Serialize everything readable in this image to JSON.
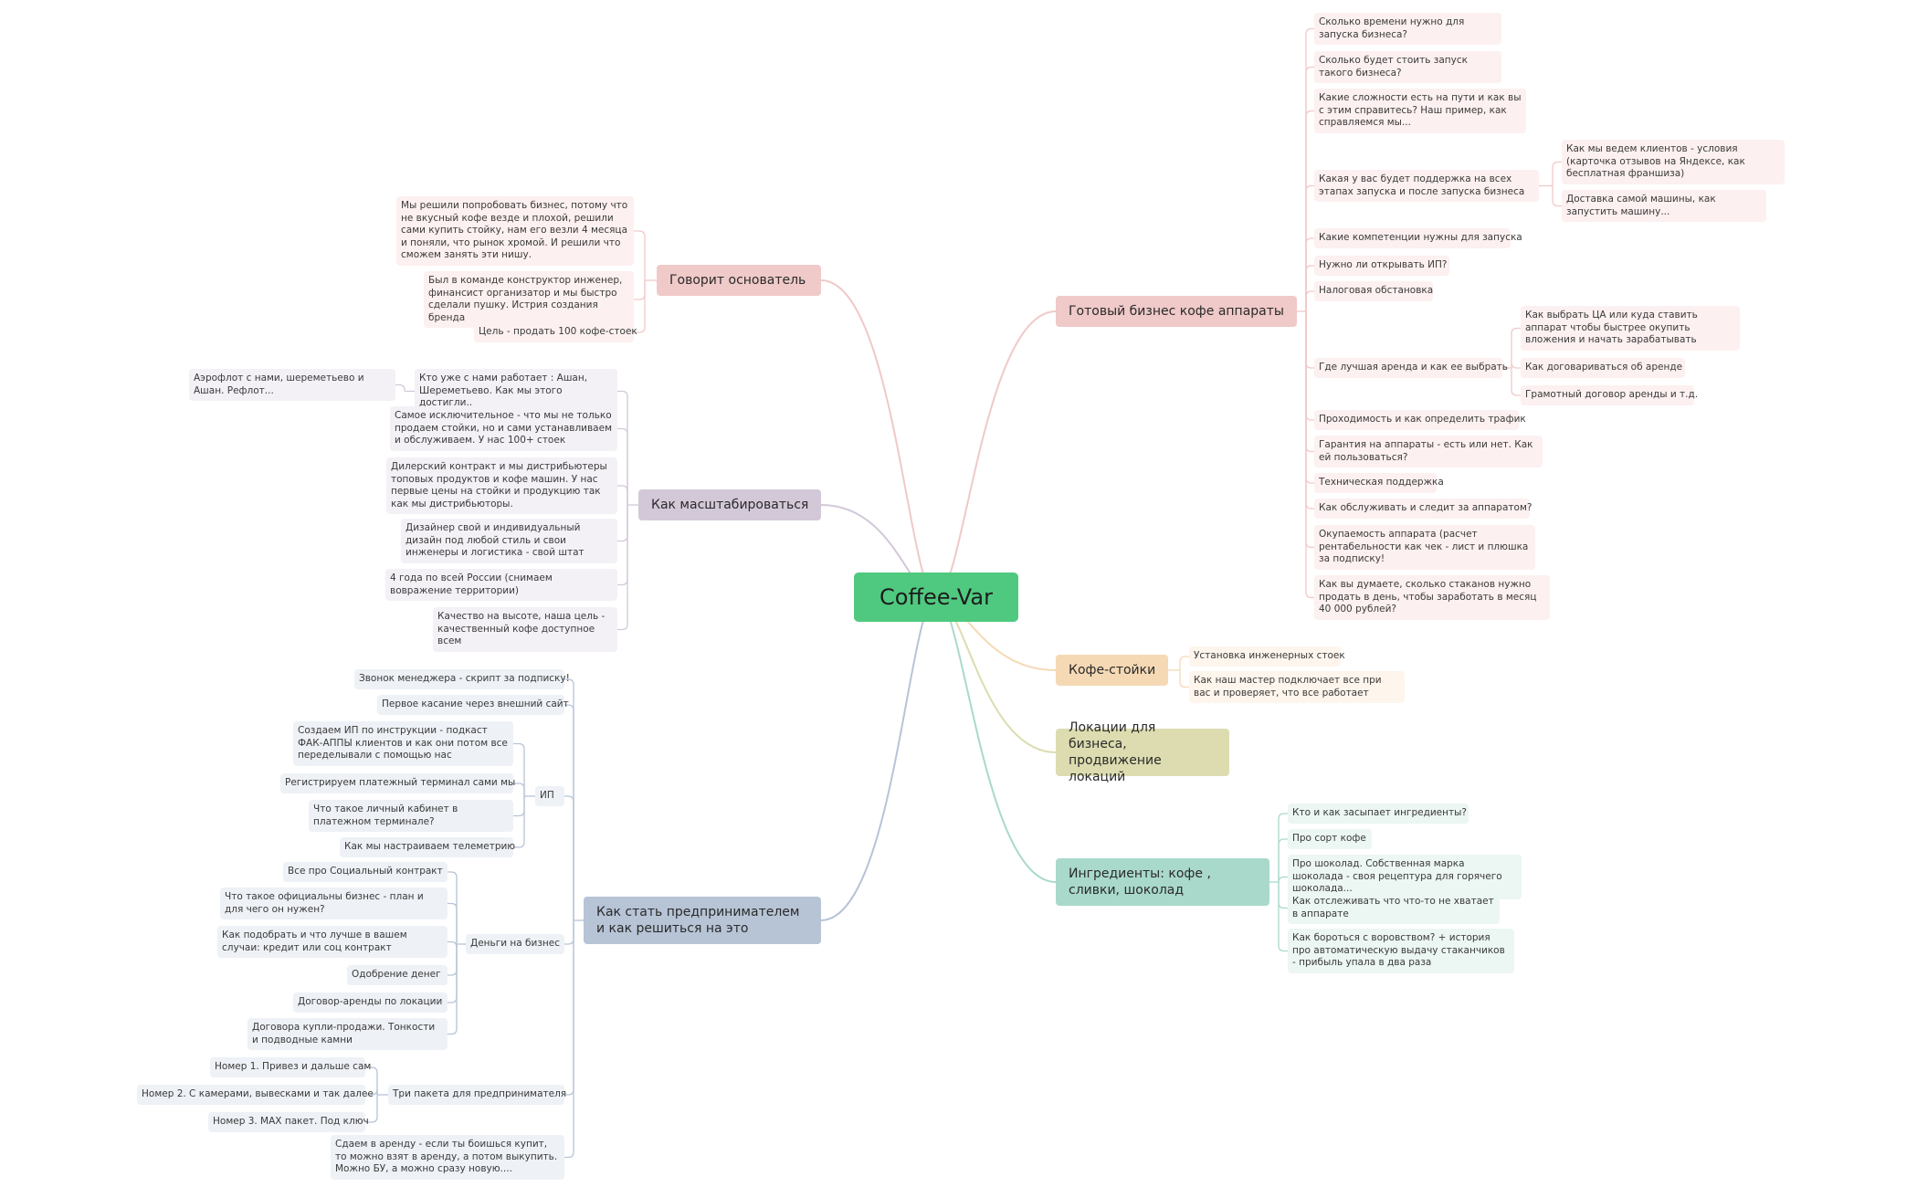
{
  "central": "Coffee-Var",
  "colors": {
    "central": "#4fc97f",
    "founder": "#f0c9c9",
    "scale": "#d3c8d8",
    "entrepreneur": "#b7c4d6",
    "business": "#f0c9c9",
    "stands": "#f5d9b5",
    "locations": "#dcdcb0",
    "ingredients": "#a9d9cb"
  },
  "branches": {
    "founder": {
      "title": "Говорит основатель",
      "items": [
        "Мы решили попробовать бизнес, потому что не вкусный кофе везде и плохой, решили сами купить стойку, нам его везли 4 месяца и поняли, что рынок хромой. И решили что сможем занять эти нишу.",
        "Был в команде конструктор инженер, финансист организатор и мы быстро сделали пушку. Истрия создания бренда",
        "Цель - продать 100 кофе-стоек"
      ]
    },
    "scale": {
      "title": "Как масштабироваться",
      "items": [
        "Кто уже с нами работает :  Ашан, Шереметьево. Как мы этого достигли..",
        "Самое исключительное - что мы не только продаем стойки, но и сами устанавливаем и обслуживаем. У нас 100+ стоек",
        "Дилерский контракт и мы дистрибьютеры топовых продуктов и кофе машин. У нас первые цены на стойки и продукцию так как мы дистрибьюторы.",
        "Дизайнер свой и индивидуальный дизайн под любой стиль и свои инженеры и логистика - свой штат",
        "4 года по всей России (снимаем вовражение территории)",
        "Качество на высоте, наша цель - качественный кофе доступное всем"
      ],
      "child": "Аэрофлот с нами, шереметьево и Ашан. Рефлот..."
    },
    "entrepreneur": {
      "title": "Как стать предпринимателем и как решиться на это",
      "top": [
        "Звонок менеджера - скрипт за подписку!",
        "Первое касание через внешний сайт"
      ],
      "ip": {
        "label": "ИП",
        "items": [
          "Создаем ИП по инструкции - подкаст ФАК-АППЫ клиентов и как они потом все переделывали с помощью нас",
          "Регистрируем платежный терминал сами мы",
          "Что такое личный кабинет в платежном терминале?",
          "Как мы настраиваем телеметрию"
        ]
      },
      "money": {
        "label": "Деньги на бизнес",
        "items": [
          "Все про Социальный контракт",
          "Что такое официальны бизнес - план и для чего он нужен?",
          "Как подобрать и что лучше в вашем случаи: кредит или соц контракт",
          "Одобрение денег",
          "Договор-аренды по локации",
          "Договора купли-продажи. Тонкости и подводные камни"
        ]
      },
      "packages": {
        "label": "Три пакета для предпринимателя",
        "items": [
          "Номер 1. Привез и дальше сам",
          "Номер 2. С камерами, вывесками и так далее",
          "Номер 3. MAX пакет. Под ключ"
        ]
      },
      "rent": "Сдаем в аренду - если ты боишься купит, то можно взят в аренду, а потом выкупить. Можно БУ, а можно сразу новую...."
    },
    "business": {
      "title": "Готовый бизнес кофе аппараты",
      "items": [
        "Сколько времени нужно для запуска бизнеса?",
        "Сколько будет стоить запуск такого бизнеса?",
        "Какие сложности есть на пути и как вы с этим справитесь? Наш пример, как справляемся мы...",
        "Какая у вас будет поддержка на всех этапах запуска и после запуска бизнеса",
        "Какие компетенции нужны для запуска",
        "Нужно ли открывать ИП?",
        "Налоговая обстановка",
        "Где лучшая аренда и как ее выбрать",
        "Проходимость и как определить трафик",
        "Гарантия на аппараты - есть или нет. Как ей пользоваться?",
        "Техническая поддержка",
        "Как обслуживать и следит за аппаратом?",
        "Окупаемость аппарата (расчет рентабельности как чек - лист и плюшка за подписку!",
        "Как вы думаете, сколько стаканов нужно продать в день, чтобы заработать в месяц 40 000 рублей?"
      ],
      "support": [
        "Как мы ведем клиентов - условия (карточка отзывов на Яндексе, как бесплатная франшиза)",
        "Доставка самой машины, как запустить машину..."
      ],
      "rent": [
        "Как выбрать ЦА или куда ставить аппарат чтобы быстрее окупить вложения и начать зарабатывать",
        "Как договариваться об аренде",
        "Грамотный договор аренды и т.д."
      ]
    },
    "stands": {
      "title": "Кофе-стойки",
      "items": [
        "Установка инженерных стоек",
        "Как наш мастер подключает все при вас и проверяет, что все работает"
      ]
    },
    "locations": {
      "title": "Локации для бизнеса, продвижение локаций"
    },
    "ingredients": {
      "title": "Ингредиенты: кофе , сливки, шоколад",
      "items": [
        "Кто и как засыпает ингредиенты?",
        "Про сорт кофе",
        "Про шоколад. Собственная марка шоколада - своя рецептура для горячего шоколада...",
        "Как отслеживать что что-то не хватает в аппарате",
        "Как бороться с воровством? + история про автоматическую выдачу стаканчиков - прибыль упала в два раза"
      ]
    }
  }
}
